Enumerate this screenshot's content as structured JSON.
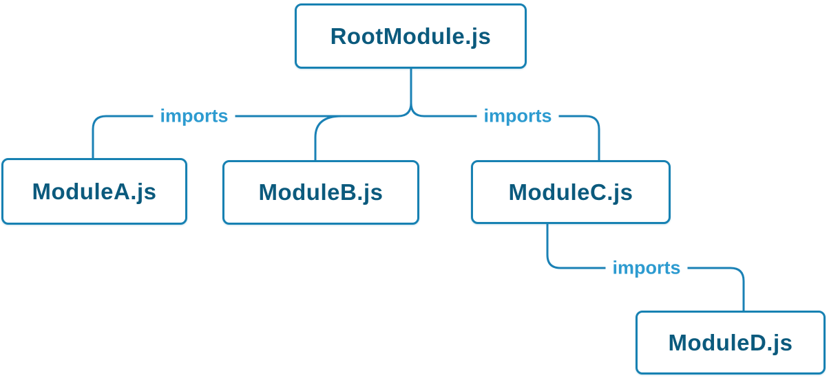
{
  "diagram": {
    "type": "dependency-tree",
    "nodes": [
      {
        "id": "root",
        "label": "RootModule.js"
      },
      {
        "id": "moduleA",
        "label": "ModuleA.js"
      },
      {
        "id": "moduleB",
        "label": "ModuleB.js"
      },
      {
        "id": "moduleC",
        "label": "ModuleC.js"
      },
      {
        "id": "moduleD",
        "label": "ModuleD.js"
      }
    ],
    "edges": [
      {
        "from": "RootModule.js",
        "to": "ModuleA.js",
        "label": "imports"
      },
      {
        "from": "RootModule.js",
        "to": "ModuleB.js",
        "label": ""
      },
      {
        "from": "RootModule.js",
        "to": "ModuleC.js",
        "label": "imports"
      },
      {
        "from": "ModuleC.js",
        "to": "ModuleD.js",
        "label": "imports"
      }
    ],
    "colors": {
      "node_border": "#1781b2",
      "node_fill": "#ffffff",
      "node_text": "#0b5a7d",
      "edge_line": "#1a81b5",
      "edge_label": "#2d9bd0",
      "background": "#ffffff"
    }
  }
}
